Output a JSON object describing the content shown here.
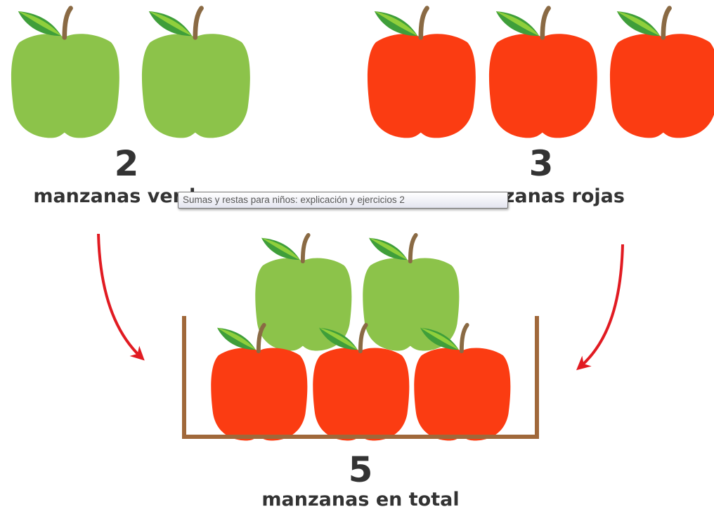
{
  "green_group": {
    "count": "2",
    "label": "manzanas verdes",
    "color": "#8cc34a"
  },
  "red_group": {
    "count": "3",
    "label": "manzanas rojas",
    "color": "#fb3c12"
  },
  "total_group": {
    "count": "5",
    "label": "manzanas en total"
  },
  "colors": {
    "leaf": "#3f9e3a",
    "leaf_light": "#8fcf3c",
    "stem": "#8a6a44",
    "basket": "#a0683a",
    "arrow": "#e11b22",
    "text": "#333333"
  },
  "tooltip": {
    "text": "Sumas y restas para niños: explicación y ejercicios 2"
  }
}
